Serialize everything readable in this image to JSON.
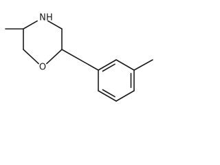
{
  "molecule": {
    "atoms": [
      {
        "id": "c_ring_ch3",
        "element": "C"
      },
      {
        "id": "methyl_ring",
        "element": "C"
      },
      {
        "id": "n1",
        "element": "N",
        "label": "N",
        "hydrogens": "H",
        "show_label": true
      },
      {
        "id": "c_nh_ch2",
        "element": "C"
      },
      {
        "id": "c_chiral",
        "element": "C"
      },
      {
        "id": "o1",
        "element": "O",
        "label": "O",
        "show_label": true
      },
      {
        "id": "c_o_ch2",
        "element": "C"
      },
      {
        "id": "ar1",
        "element": "C"
      },
      {
        "id": "ar2",
        "element": "C"
      },
      {
        "id": "ar3",
        "element": "C"
      },
      {
        "id": "ar4",
        "element": "C"
      },
      {
        "id": "ar5",
        "element": "C"
      },
      {
        "id": "ar6",
        "element": "C"
      },
      {
        "id": "methyl_ar",
        "element": "C"
      }
    ],
    "bonds": [
      {
        "from": "methyl_ring",
        "to": "c_ring_ch3",
        "order": 1
      },
      {
        "from": "c_ring_ch3",
        "to": "n1",
        "order": 1
      },
      {
        "from": "n1",
        "to": "c_nh_ch2",
        "order": 1
      },
      {
        "from": "c_nh_ch2",
        "to": "c_chiral",
        "order": 1
      },
      {
        "from": "c_chiral",
        "to": "o1",
        "order": 1
      },
      {
        "from": "o1",
        "to": "c_o_ch2",
        "order": 1
      },
      {
        "from": "c_o_ch2",
        "to": "c_ring_ch3",
        "order": 1
      },
      {
        "from": "c_chiral",
        "to": "ar1",
        "order": 1
      },
      {
        "from": "ar1",
        "to": "ar2",
        "order": 2
      },
      {
        "from": "ar2",
        "to": "ar3",
        "order": 1
      },
      {
        "from": "ar3",
        "to": "ar4",
        "order": 2
      },
      {
        "from": "ar4",
        "to": "ar5",
        "order": 1
      },
      {
        "from": "ar5",
        "to": "ar6",
        "order": 2
      },
      {
        "from": "ar6",
        "to": "ar1",
        "order": 1
      },
      {
        "from": "ar3",
        "to": "methyl_ar",
        "order": 1
      }
    ]
  }
}
